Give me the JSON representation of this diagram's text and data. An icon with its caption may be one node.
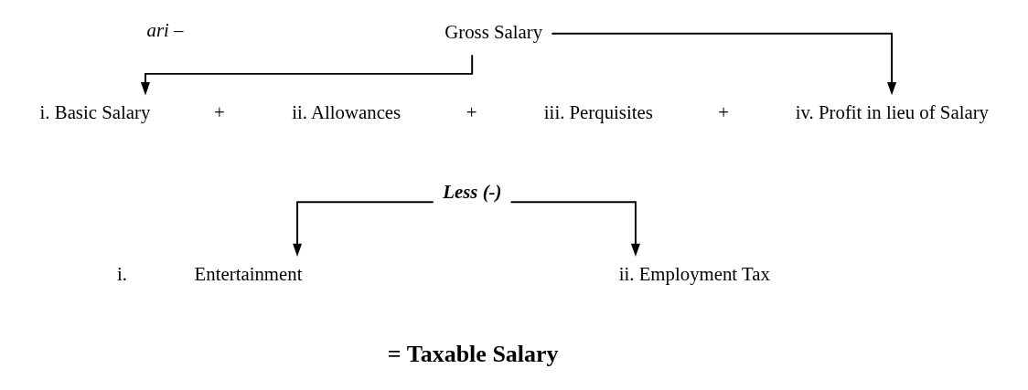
{
  "diagram": {
    "nodes": [
      {
        "text": [
          "Gross Salary"
        ]
      },
      {
        "text": [
          "i. Basic Salary"
        ]
      },
      {
        "text": [
          "ii. Allowances"
        ]
      },
      {
        "text": [
          "iii. Perquisites"
        ]
      },
      {
        "text": [
          "iv. Profit in lieu of Salary"
        ]
      },
      {
        "text": [
          "Less (-)"
        ]
      },
      {
        "text": [
          "Entertainment"
        ],
        "beside": [
          "i."
        ]
      },
      {
        "text": [
          "ii. Employment Tax"
        ]
      }
    ],
    "edges": [
      {
        "from": 0,
        "to": 1,
        "arrow": "to"
      },
      {
        "from": 0,
        "to": 4,
        "arrow": "to"
      },
      {
        "from": 5,
        "to": 6,
        "arrow": "to"
      },
      {
        "from": 5,
        "to": 7,
        "arrow": "to"
      }
    ],
    "labels": [
      "ari –",
      "+",
      "+",
      "+",
      "= Taxable Salary"
    ]
  }
}
